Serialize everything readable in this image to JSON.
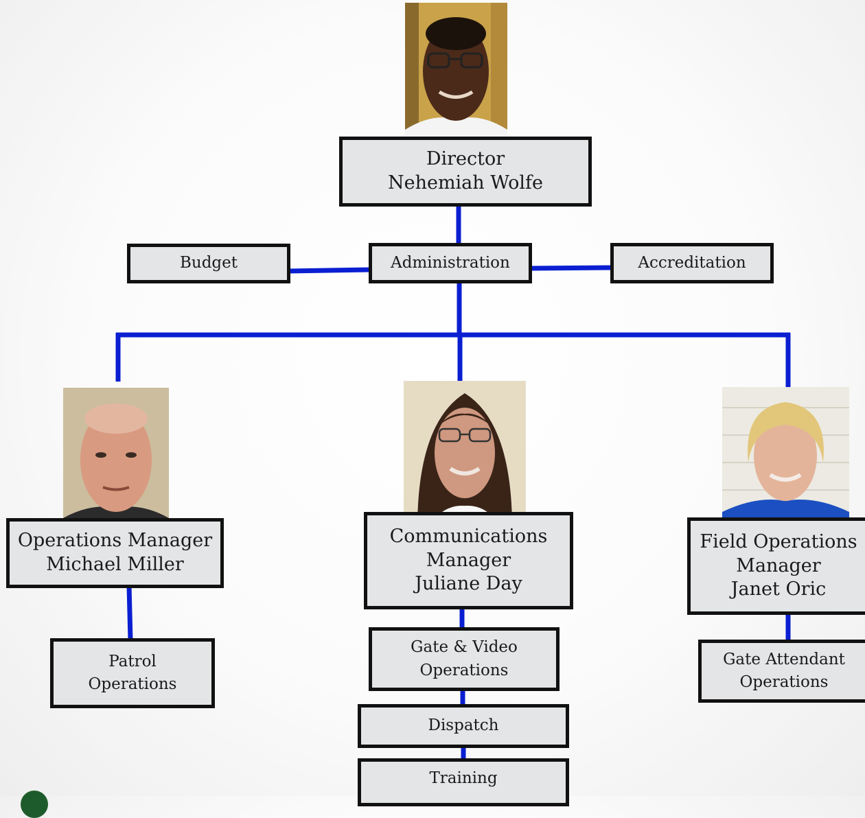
{
  "director": {
    "title": "Director",
    "name": "Nehemiah Wolfe"
  },
  "administration": {
    "label": "Administration"
  },
  "budget": {
    "label": "Budget"
  },
  "accreditation": {
    "label": "Accreditation"
  },
  "operations_manager": {
    "title": "Operations Manager",
    "name": "Michael Miller"
  },
  "communications_manager": {
    "title_line1": "Communications",
    "title_line2": "Manager",
    "name": "Juliane Day"
  },
  "field_operations_manager": {
    "title_line1": "Field Operations",
    "title_line2": "Manager",
    "name": "Janet Oric"
  },
  "patrol_operations": {
    "line1": "Patrol",
    "line2": "Operations"
  },
  "gate_video_operations": {
    "line1": "Gate & Video",
    "line2": "Operations"
  },
  "dispatch": {
    "label": "Dispatch"
  },
  "training": {
    "label": "Training"
  },
  "gate_attendant_operations": {
    "line1": "Gate Attendant",
    "line2": "Operations"
  },
  "colors": {
    "connector": "#0a1fd1",
    "box_fill": "#e3e5e6",
    "box_border": "#111111"
  }
}
